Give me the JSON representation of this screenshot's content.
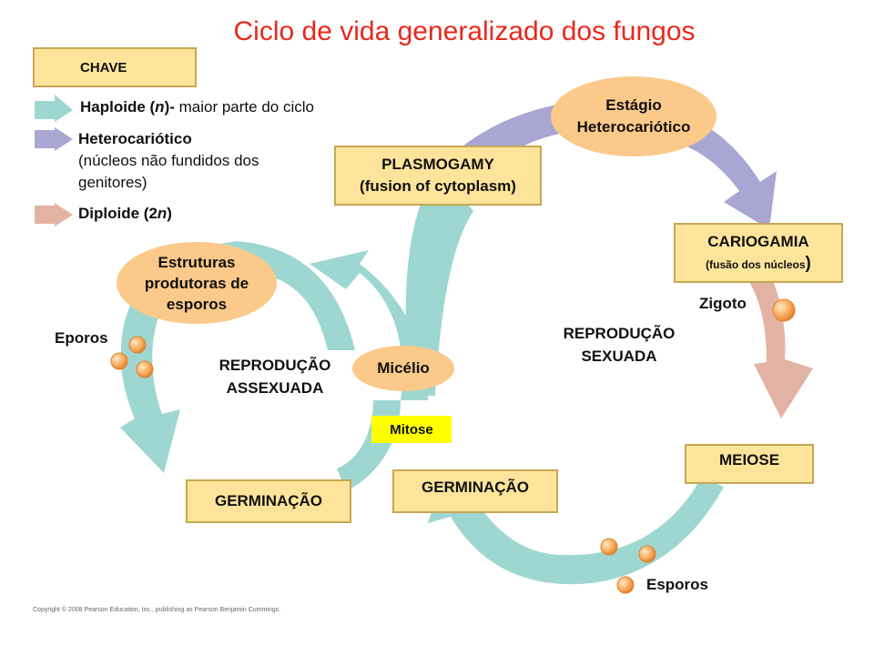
{
  "title": "Ciclo de vida generalizado dos fungos",
  "key": {
    "heading": "CHAVE",
    "haploid_bold": "Haploide (",
    "haploid_italic": "n",
    "haploid_bold_end": ")-",
    "haploid_rest": " maior parte do ciclo",
    "hetero_title": "Heterocariótico",
    "hetero_desc_1": "(núcleos não fundidos dos",
    "hetero_desc_2": "genitores)",
    "diploid_bold": "Diploide (2",
    "diploid_italic": "n",
    "diploid_end": ")"
  },
  "stages": {
    "plasmogamy_1": "PLASMOGAMY",
    "plasmogamy_2": "(fusion of cytoplasm)",
    "hetero_stage_1": "Estágio",
    "hetero_stage_2": "Heterocariótico",
    "karyogamy_1": "CARIOGAMIA",
    "karyogamy_2": "(fusão dos núcleos",
    "karyogamy_paren": ")",
    "zygote": "Zigoto",
    "sexual_1": "REPRODUÇÃO",
    "sexual_2": "SEXUADA",
    "meiosis": "MEIOSE",
    "spores_sexual": "Esporos",
    "germination_right": "GERMINAÇÃO",
    "mycelium": "Micélio",
    "mitosis": "Mitose",
    "asexual_1": "REPRODUÇÃO",
    "asexual_2": "ASSEXUADA",
    "spore_structures_1": "Estruturas",
    "spore_structures_2": "produtoras de",
    "spore_structures_3": "esporos",
    "spores_asexual": "Eporos",
    "germination_left": "GERMINAÇÃO"
  },
  "copyright": "Copyright © 2008 Pearson Education, Inc., publishing as Pearson Benjamin Cummings.",
  "colors": {
    "haploid": "#9ed7d1",
    "heterokaryotic": "#a9a6d4",
    "diploid": "#e2b3a3",
    "box_fill": "#fde49a",
    "oval_fill": "#fbc98a",
    "title": "#e8291c",
    "mitosis_fill": "#ffff00"
  }
}
